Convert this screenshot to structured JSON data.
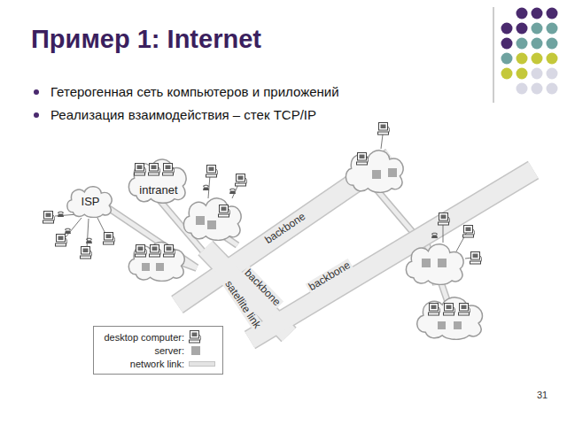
{
  "diagram": {
    "title": "Пример 1: Internet",
    "nodes": [
      {
        "text": [
          "ISP"
        ]
      },
      {
        "text": [
          "intranet"
        ]
      }
    ],
    "labels": [
      "Гетерогенная сеть компьютеров и приложений",
      "Реализация взаимодействия – стек TCP/IP",
      "backbone",
      "backbone",
      "satellite link",
      "backbone",
      "31"
    ],
    "legend": [
      {
        "text": "desktop computer:"
      },
      {
        "text": "server:",
        "color": "#a8a8a8"
      },
      {
        "text": "network link:"
      }
    ]
  }
}
